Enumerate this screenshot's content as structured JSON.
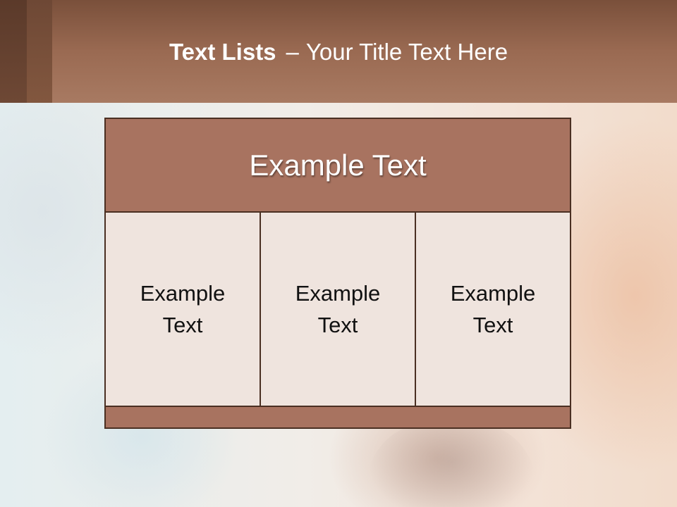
{
  "title": {
    "bold": "Text Lists",
    "dash": "–",
    "rest": "Your Title Text Here"
  },
  "table": {
    "header": "Example Text",
    "cells": [
      {
        "line1": "Example",
        "line2": "Text"
      },
      {
        "line1": "Example",
        "line2": "Text"
      },
      {
        "line1": "Example",
        "line2": "Text"
      }
    ]
  },
  "colors": {
    "title_bar": "#a87a62",
    "header_fill": "#a87360",
    "cell_fill": "#efe4de",
    "border": "#4a2f22"
  }
}
